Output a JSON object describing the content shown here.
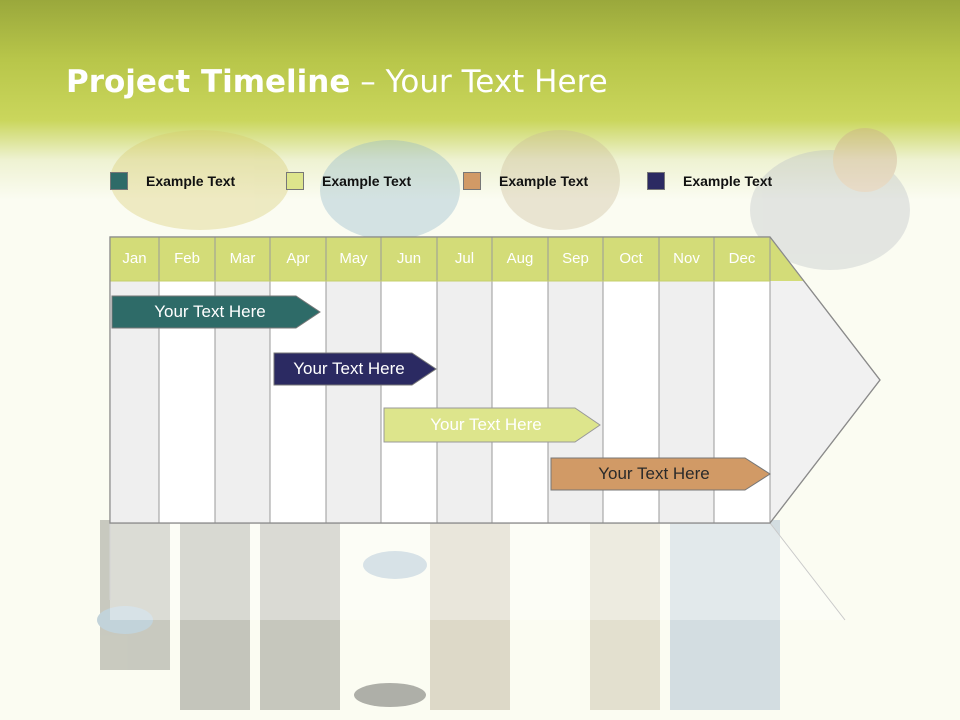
{
  "slide": {
    "title_bold": "Project Timeline",
    "title_rest": " – Your Text Here"
  },
  "legend": [
    {
      "label": "Example Text",
      "color": "#2e6b68"
    },
    {
      "label": "Example Text",
      "color": "#dde58c"
    },
    {
      "label": "Example Text",
      "color": "#d19a66"
    },
    {
      "label": "Example Text",
      "color": "#2b2a62"
    }
  ],
  "timeline": {
    "months": [
      "Jan",
      "Feb",
      "Mar",
      "Apr",
      "May",
      "Jun",
      "Jul",
      "Aug",
      "Sep",
      "Oct",
      "Nov",
      "Dec"
    ],
    "header_color": "#d3dc78",
    "tasks": [
      {
        "label": "Your  Text Here",
        "color": "#2e6b68",
        "text_color": "#ffffff"
      },
      {
        "label": "Your  Text Here",
        "color": "#2b2a62",
        "text_color": "#ffffff"
      },
      {
        "label": "Your  Text Here",
        "color": "#dde58c",
        "text_color": "#ffffff"
      },
      {
        "label": "Your  Text Here",
        "color": "#d19a66",
        "text_color": "#2a2a2a"
      }
    ]
  }
}
